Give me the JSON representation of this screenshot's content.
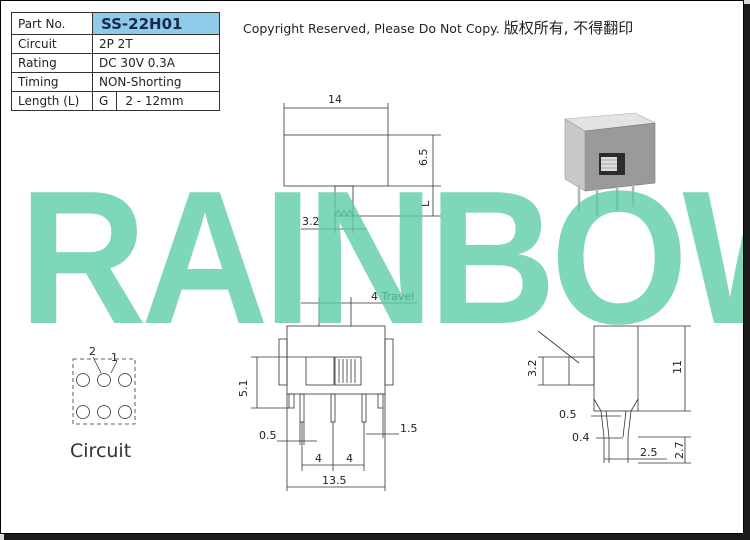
{
  "spec": {
    "part_no_label": "Part No.",
    "part_no_value": "SS-22H01",
    "rows": [
      {
        "label": "Circuit",
        "value": "2P 2T"
      },
      {
        "label": "Rating",
        "value": "DC 30V 0.3A"
      },
      {
        "label": "Timing",
        "value": "NON-Shorting"
      },
      {
        "label": "Length (L)",
        "value_prefix": "G",
        "value": "2 - 12mm"
      }
    ]
  },
  "copyright": {
    "en": "Copyright Reserved, Please Do Not Copy.",
    "cn": "版权所有, 不得翻印"
  },
  "watermark": "RAINBOW",
  "drawing": {
    "top_width": "14",
    "top_height": "6.5",
    "shaft_width": "3.2",
    "shaft_length": "L",
    "travel": "4 Travel",
    "circuit_label": "Circuit",
    "pin_labels": [
      "2",
      "1"
    ],
    "front_height": "5.1",
    "pin_width": "0.5",
    "pin_pitch_left": "4",
    "pin_pitch_right": "4",
    "pin_offset": "1.5",
    "overall_width": "13.5",
    "side_actuator": "3.2",
    "side_height": "11",
    "side_pin_a": "0.5",
    "side_pin_b": "0.4",
    "side_pin_spacing": "2.5",
    "side_pin_length": "2.7"
  },
  "colors": {
    "watermark": "#5ccda8",
    "part_no_bg": "#8ecbe9"
  }
}
